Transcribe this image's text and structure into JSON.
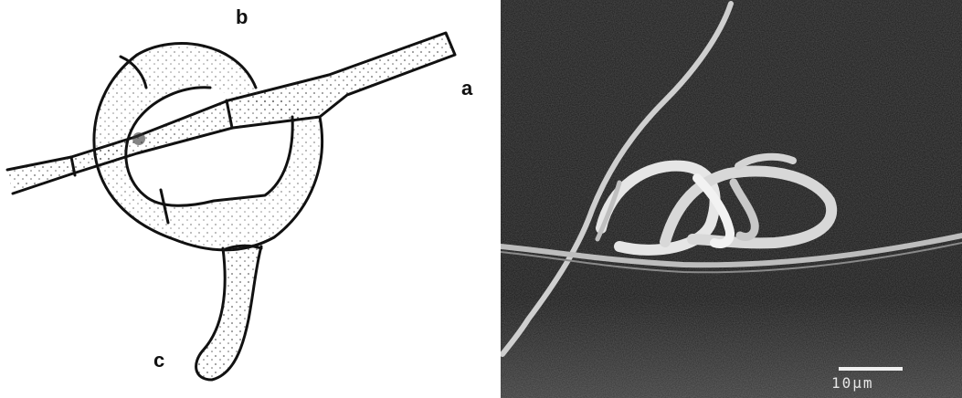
{
  "drawing": {
    "label_a": "a",
    "label_b": "b",
    "label_c": "c"
  },
  "micrograph": {
    "scale_bar_label": "10μm"
  }
}
